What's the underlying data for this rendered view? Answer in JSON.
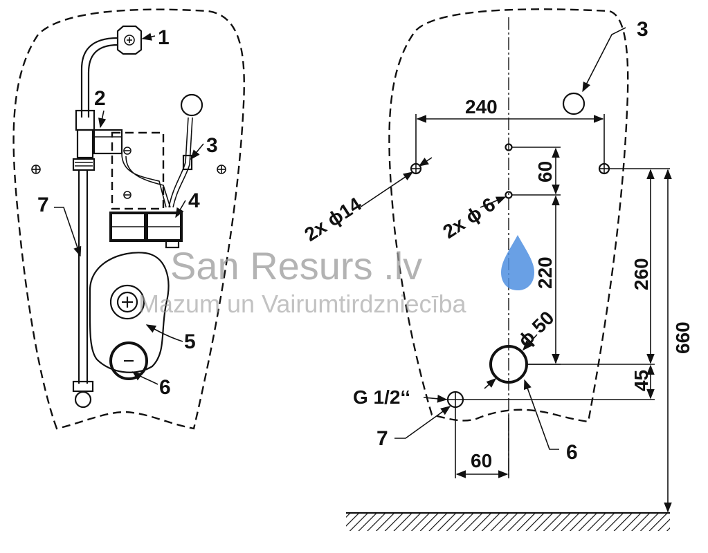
{
  "watermark": {
    "brand": "San Resurs .lv",
    "tagline": "Mazum un Vairumtirdzniecība",
    "drop_color": "#4f8fe0"
  },
  "left_view": {
    "callouts": [
      "1",
      "2",
      "3",
      "4",
      "5",
      "6",
      "7"
    ]
  },
  "right_view": {
    "callouts": {
      "c3": "3",
      "c6": "6",
      "c7": "7"
    },
    "dimensions": {
      "d240": "240",
      "d60_top": "60",
      "d220": "220",
      "d260": "260",
      "d660": "660",
      "d45": "45",
      "d60_bottom": "60"
    },
    "hole_labels": {
      "h14": "2x ϕ14",
      "h6": "2x ϕ 6",
      "h50": "ϕ 50",
      "thread": "G 1/2‘‘"
    }
  }
}
